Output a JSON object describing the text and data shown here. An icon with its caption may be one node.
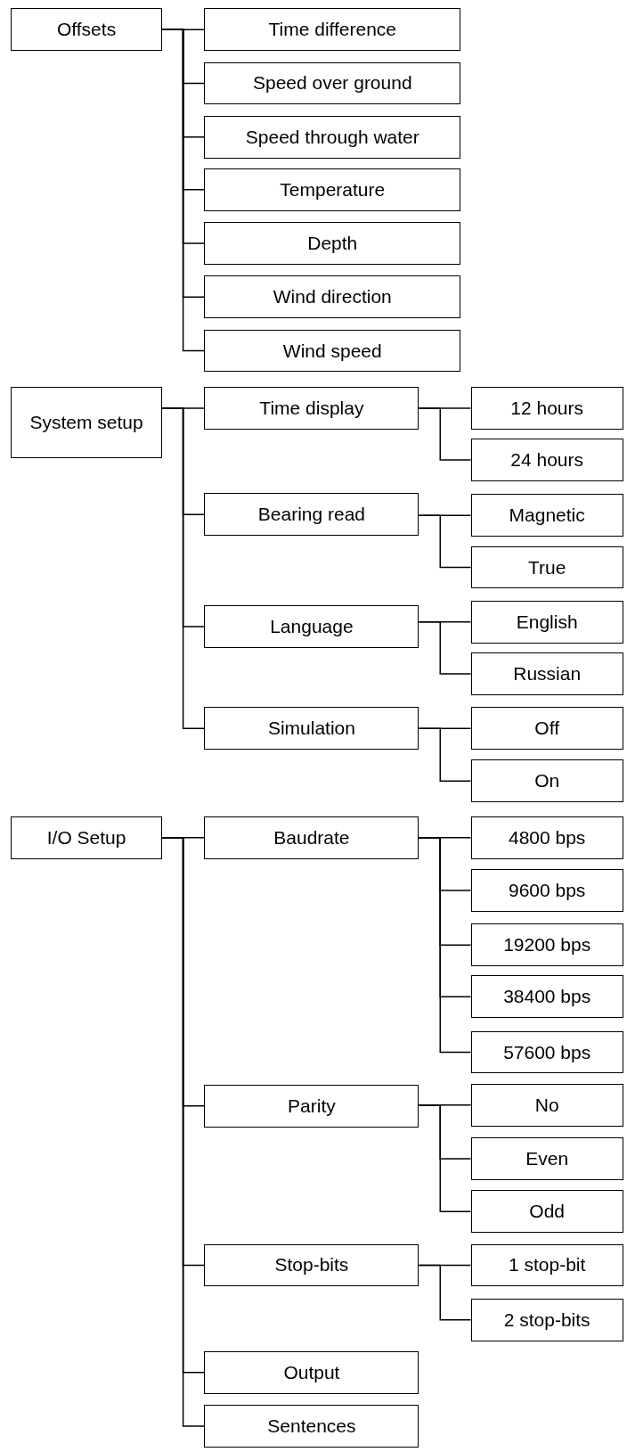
{
  "diagram": {
    "nodes": [
      {
        "text": [
          "Offsets"
        ]
      },
      {
        "text": [
          "Time difference"
        ]
      },
      {
        "text": [
          "Speed over ground"
        ]
      },
      {
        "text": [
          "Speed through water"
        ]
      },
      {
        "text": [
          "Temperature"
        ]
      },
      {
        "text": [
          "Depth"
        ]
      },
      {
        "text": [
          "Wind direction"
        ]
      },
      {
        "text": [
          "Wind speed"
        ]
      },
      {
        "text": [
          "System setup"
        ]
      },
      {
        "text": [
          "Time display"
        ]
      },
      {
        "text": [
          "12 hours"
        ]
      },
      {
        "text": [
          "24 hours"
        ]
      },
      {
        "text": [
          "Bearing read"
        ]
      },
      {
        "text": [
          "Magnetic"
        ]
      },
      {
        "text": [
          "True"
        ]
      },
      {
        "text": [
          "Language"
        ]
      },
      {
        "text": [
          "English"
        ]
      },
      {
        "text": [
          "Russian"
        ]
      },
      {
        "text": [
          "Simulation"
        ]
      },
      {
        "text": [
          "Off"
        ]
      },
      {
        "text": [
          "On"
        ]
      },
      {
        "text": [
          "I/O Setup"
        ]
      },
      {
        "text": [
          "Baudrate"
        ]
      },
      {
        "text": [
          "4800 bps"
        ]
      },
      {
        "text": [
          "9600 bps"
        ]
      },
      {
        "text": [
          "19200 bps"
        ]
      },
      {
        "text": [
          "38400 bps"
        ]
      },
      {
        "text": [
          "57600 bps"
        ]
      },
      {
        "text": [
          "Parity"
        ]
      },
      {
        "text": [
          "No"
        ]
      },
      {
        "text": [
          "Even"
        ]
      },
      {
        "text": [
          "Odd"
        ]
      },
      {
        "text": [
          "Stop-bits"
        ]
      },
      {
        "text": [
          "1 stop-bit"
        ]
      },
      {
        "text": [
          "2 stop-bits"
        ]
      },
      {
        "text": [
          "Output"
        ]
      },
      {
        "text": [
          "Sentences"
        ]
      }
    ],
    "edges": [
      {
        "from": 0,
        "to": 1,
        "arrow": "none"
      },
      {
        "from": 0,
        "to": 2,
        "arrow": "none"
      },
      {
        "from": 0,
        "to": 3,
        "arrow": "none"
      },
      {
        "from": 0,
        "to": 4,
        "arrow": "none"
      },
      {
        "from": 0,
        "to": 5,
        "arrow": "none"
      },
      {
        "from": 0,
        "to": 6,
        "arrow": "none"
      },
      {
        "from": 0,
        "to": 7,
        "arrow": "none"
      },
      {
        "from": 8,
        "to": 9,
        "arrow": "none"
      },
      {
        "from": 8,
        "to": 12,
        "arrow": "none"
      },
      {
        "from": 8,
        "to": 15,
        "arrow": "none"
      },
      {
        "from": 8,
        "to": 18,
        "arrow": "none"
      },
      {
        "from": 9,
        "to": 10,
        "arrow": "none"
      },
      {
        "from": 9,
        "to": 11,
        "arrow": "none"
      },
      {
        "from": 12,
        "to": 13,
        "arrow": "none"
      },
      {
        "from": 12,
        "to": 14,
        "arrow": "none"
      },
      {
        "from": 15,
        "to": 16,
        "arrow": "none"
      },
      {
        "from": 15,
        "to": 17,
        "arrow": "none"
      },
      {
        "from": 18,
        "to": 19,
        "arrow": "none"
      },
      {
        "from": 18,
        "to": 20,
        "arrow": "none"
      },
      {
        "from": 21,
        "to": 22,
        "arrow": "none"
      },
      {
        "from": 21,
        "to": 28,
        "arrow": "none"
      },
      {
        "from": 21,
        "to": 32,
        "arrow": "none"
      },
      {
        "from": 21,
        "to": 35,
        "arrow": "none"
      },
      {
        "from": 21,
        "to": 36,
        "arrow": "none"
      },
      {
        "from": 22,
        "to": 23,
        "arrow": "none"
      },
      {
        "from": 22,
        "to": 24,
        "arrow": "none"
      },
      {
        "from": 22,
        "to": 25,
        "arrow": "none"
      },
      {
        "from": 22,
        "to": 26,
        "arrow": "none"
      },
      {
        "from": 22,
        "to": 27,
        "arrow": "none"
      },
      {
        "from": 28,
        "to": 29,
        "arrow": "none"
      },
      {
        "from": 28,
        "to": 30,
        "arrow": "none"
      },
      {
        "from": 28,
        "to": 31,
        "arrow": "none"
      },
      {
        "from": 32,
        "to": 33,
        "arrow": "none"
      },
      {
        "from": 32,
        "to": 34,
        "arrow": "none"
      }
    ]
  }
}
